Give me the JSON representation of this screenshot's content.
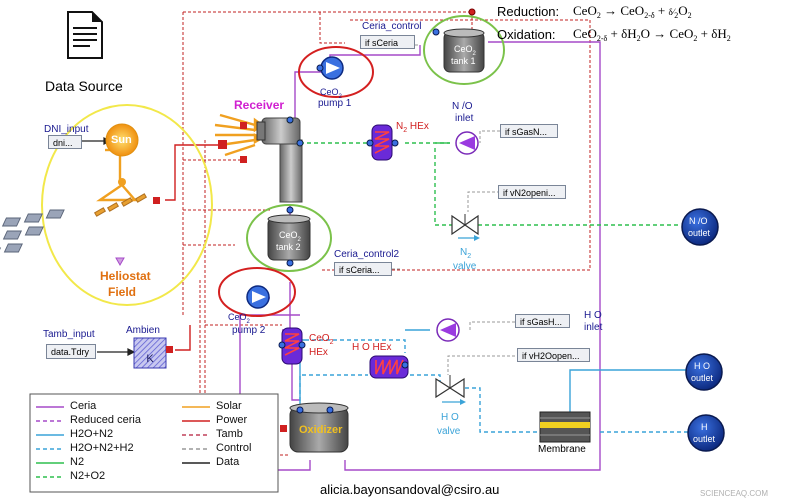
{
  "header": {
    "source_label": "Data Source",
    "reduction_label": "Reduction:",
    "oxidation_label": "Oxidation:"
  },
  "components": {
    "dni_input": "DNI_input",
    "dni_port": "dni...",
    "sun": "Sun",
    "heliostat_line1": "Heliostat",
    "heliostat_line2": "Field",
    "receiver": "Receiver",
    "ceria_control": "Ceria_control",
    "if_sceria_1": "if sCeria",
    "ceo2_pump1_line1": "CeO",
    "ceo2_pump1_line2": "pump 1",
    "ceo2_tank1_line1": "CeO",
    "ceo2_tank1_line2": "tank 1",
    "n2_hex": "HEx",
    "n2o2_inlet_line1": "N /O",
    "n2o2_inlet_line2": "inlet",
    "if_sgasn": "if sGasN...",
    "if_vn2open": "if vN2openi...",
    "n2o2_outlet_line1": "N /O",
    "n2o2_outlet_line2": "outlet",
    "n2_valve_line1": "N",
    "n2_valve_line2": "valve",
    "ceo2_tank2_line1": "CeO",
    "ceo2_tank2_line2": "tank 2",
    "ceria_control2": "Ceria_control2",
    "if_sceria_2": "if sCeria...",
    "ceo2_pump2_line1": "CeO",
    "ceo2_pump2_line2": "pump 2",
    "tamb_input": "Tamb_input",
    "tamb_port": "data.Tdry",
    "ambient": "Ambien",
    "ceo2_hex_line1": "CeO",
    "ceo2_hex_line2": "HEx",
    "h2o_hex": "H O HEx",
    "if_sgash": "if sGasH...",
    "h2o_inlet_line1": "H O",
    "h2o_inlet_line2": "inlet",
    "if_vh2open": "if vH2Oopen...",
    "h2o_outlet_line1": "H O",
    "h2o_outlet_line2": "outlet",
    "h2_outlet_line1": "H",
    "h2_outlet_line2": "outlet",
    "h2o_valve_line1": "H O",
    "h2o_valve_line2": "valve",
    "oxidizer": "Oxidizer",
    "membrane": "Membrane"
  },
  "legend": [
    {
      "label": "Ceria",
      "color": "#a64ac9",
      "style": "solid"
    },
    {
      "label": "Reduced ceria",
      "color": "#a64ac9",
      "style": "dashed"
    },
    {
      "label": "H2O+N2",
      "color": "#3aa3d8",
      "style": "solid"
    },
    {
      "label": "H2O+N2+H2",
      "color": "#3aa3d8",
      "style": "dashed"
    },
    {
      "label": "N2",
      "color": "#2ebf4f",
      "style": "solid"
    },
    {
      "label": "N2+O2",
      "color": "#2ebf4f",
      "style": "dashed"
    },
    {
      "label": "Solar",
      "color": "#f0a020",
      "style": "solid"
    },
    {
      "label": "Power",
      "color": "#d02020",
      "style": "solid"
    },
    {
      "label": "Tamb",
      "color": "#c0405a",
      "style": "dashed"
    },
    {
      "label": "Control",
      "color": "#999999",
      "style": "dashed"
    },
    {
      "label": "Data",
      "color": "#222222",
      "style": "solid"
    }
  ],
  "footer": {
    "email": "alicia.bayonsandoval@csiro.au",
    "watermark": "SCIENCEAQ.COM"
  },
  "colors": {
    "ceria": "#a64ac9",
    "water": "#3aa3d8",
    "nitrogen": "#2ebf4f",
    "power": "#d02020",
    "solar": "#f0a020",
    "control": "#c02020",
    "yellow_ring": "#f2e84a",
    "green_ring": "#7bc24a",
    "red_ring": "#d42020",
    "outlet_blue": "#1a3fa8"
  }
}
